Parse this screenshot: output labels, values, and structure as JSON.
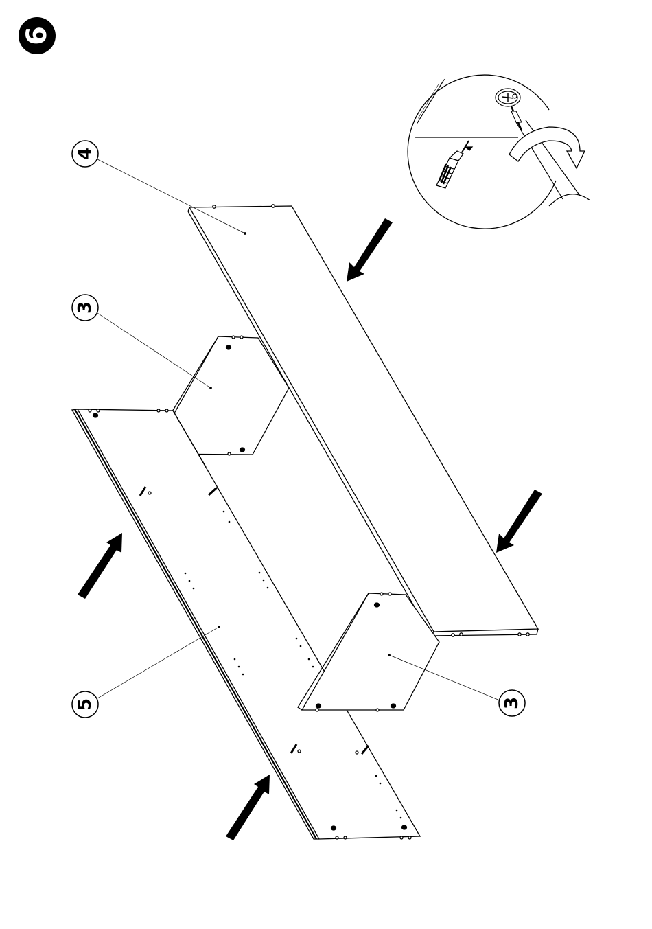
{
  "page": {
    "step_number": "6"
  },
  "callouts": [
    {
      "id": "panel-4",
      "label": "4"
    },
    {
      "id": "panel-3-top",
      "label": "3"
    },
    {
      "id": "panel-5",
      "label": "5"
    },
    {
      "id": "panel-3-bottom",
      "label": "3"
    }
  ],
  "detail_inset": {
    "tool": "screwdriver",
    "fastener": "cam-lock",
    "rotation": "clockwise"
  },
  "icons": [
    "step-number-badge",
    "screwdriver-icon",
    "cam-lock-icon",
    "rotation-arrow-icon",
    "assembly-arrow-icon"
  ],
  "colors": {
    "ink": "#000000",
    "paper": "#ffffff"
  }
}
